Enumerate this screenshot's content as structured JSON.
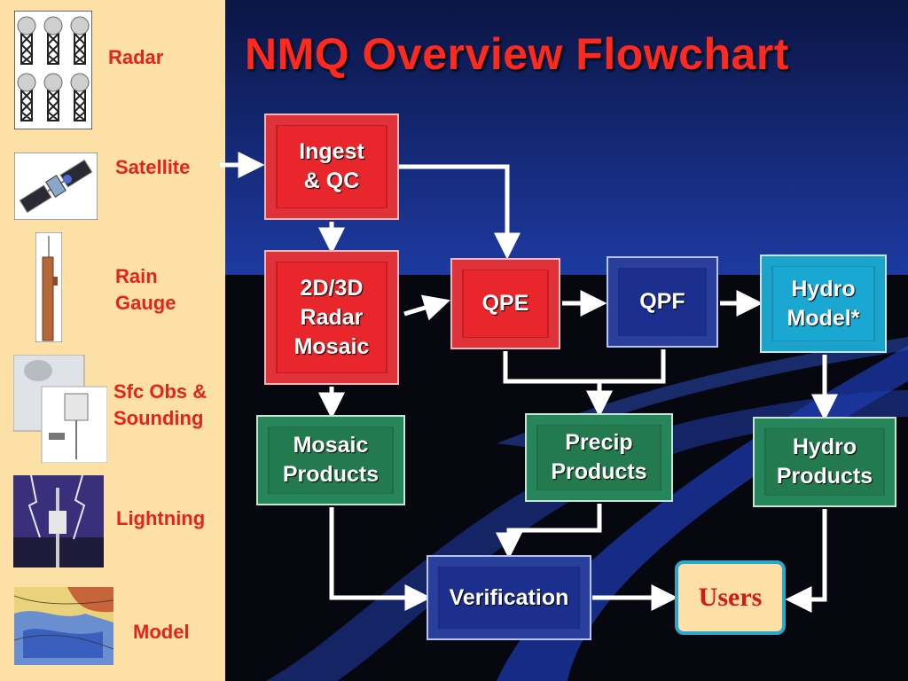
{
  "title": "NMQ Overview Flowchart",
  "sidebar": {
    "items": [
      {
        "label": "Radar",
        "icon": "radar-towers-icon"
      },
      {
        "label": "Satellite",
        "icon": "satellite-icon"
      },
      {
        "label": "Rain\nGauge",
        "icon": "rain-gauge-icon"
      },
      {
        "label": "Sfc Obs &\nSounding",
        "icon": "weather-station-icon"
      },
      {
        "label": "Lightning",
        "icon": "lightning-icon"
      },
      {
        "label": "Model",
        "icon": "model-map-icon"
      }
    ]
  },
  "nodes": {
    "ingest": "Ingest\n& QC",
    "mosaic": "2D/3D\nRadar\nMosaic",
    "qpe": "QPE",
    "qpf": "QPF",
    "hydro_model": "Hydro\nModel*",
    "mosaic_products": "Mosaic\nProducts",
    "precip_products": "Precip\nProducts",
    "hydro_products": "Hydro\nProducts",
    "verification": "Verification",
    "users": "Users"
  },
  "colors": {
    "sidebar_bg": "#fde0a5",
    "title": "#ff2a1f",
    "ingest_red": "#e8262c",
    "blue": "#1c2f8e",
    "cyan": "#1aa7d2",
    "green": "#237a4f",
    "users_border": "#2aa6cf"
  }
}
